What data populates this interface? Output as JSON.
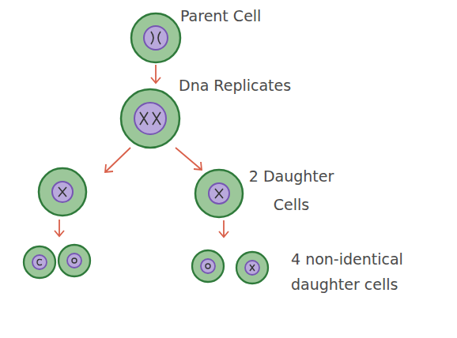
{
  "diagram": {
    "labels": [
      "Parent Cell",
      "Dna Replicates",
      "2 Daughter Cells",
      "4 non-identical daughter cells"
    ]
  }
}
